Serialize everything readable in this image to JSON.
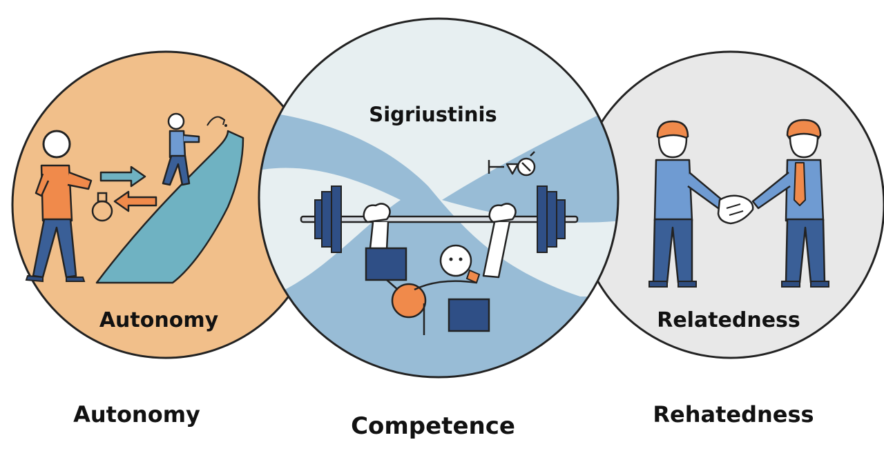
{
  "circles": {
    "autonomy": {
      "label": "Autonomy",
      "fill": "#f1bf8a"
    },
    "competence": {
      "heading": "Sigriustinis",
      "fill": "#e7eff1",
      "band_fill": "#8fb6d3"
    },
    "relatedness": {
      "label": "Relatedness",
      "fill": "#e8e8e8"
    }
  },
  "captions": {
    "autonomy": "Autonomy",
    "competence": "Competence",
    "relatedness": "Rehatedness"
  },
  "colors": {
    "outline": "#222222",
    "person_orange": "#f08a4b",
    "person_blue": "#4a70a8",
    "person_light_blue": "#6f9bd2",
    "path_teal": "#6fb2c2",
    "weight_navy": "#2f4f86"
  },
  "icons": [
    "walking-person-icon",
    "arrow-right-icon",
    "arrow-left-icon",
    "winding-path-icon",
    "barbell-icon",
    "weightlifter-icon",
    "stopwatch-icon",
    "handshake-icon"
  ]
}
